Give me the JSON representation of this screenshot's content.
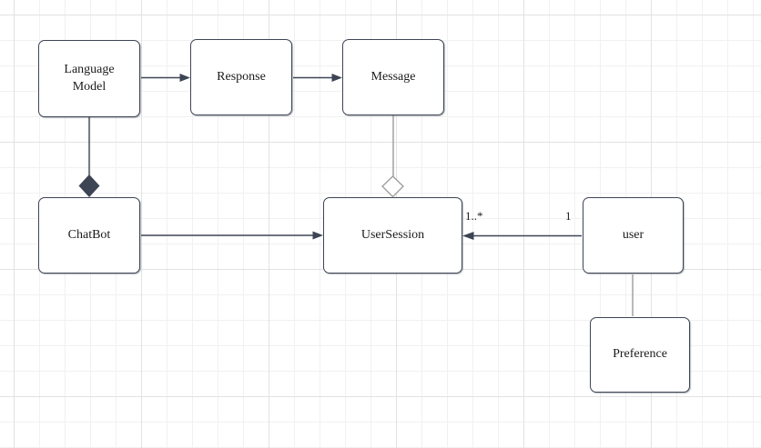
{
  "diagram": {
    "type": "uml-class-diagram",
    "nodes": [
      {
        "id": "language-model",
        "label": "Language Model"
      },
      {
        "id": "response",
        "label": "Response"
      },
      {
        "id": "message",
        "label": "Message"
      },
      {
        "id": "chatbot",
        "label": "ChatBot"
      },
      {
        "id": "usersession",
        "label": "UserSession"
      },
      {
        "id": "user",
        "label": "user"
      },
      {
        "id": "preference",
        "label": "Preference"
      }
    ],
    "edges": [
      {
        "from": "Language Model",
        "to": "Response",
        "type": "directed-arrow"
      },
      {
        "from": "Response",
        "to": "Message",
        "type": "directed-arrow"
      },
      {
        "from": "ChatBot",
        "to": "Language Model",
        "type": "composition",
        "diamond": "filled"
      },
      {
        "from": "UserSession",
        "to": "Message",
        "type": "aggregation",
        "diamond": "hollow"
      },
      {
        "from": "ChatBot",
        "to": "UserSession",
        "type": "directed-arrow"
      },
      {
        "from": "user",
        "to": "UserSession",
        "type": "directed-arrow",
        "source_multiplicity": "1",
        "target_multiplicity": "1..*"
      },
      {
        "from": "user",
        "to": "Preference",
        "type": "association"
      }
    ],
    "colors": {
      "stroke_dark": "#3d4554",
      "stroke_light": "#9b9b9b",
      "text": "#1c1c1c",
      "canvas_bg": "#ffffff",
      "grid_minor": "#f1f1f1",
      "grid_major": "#e2e2e2"
    }
  }
}
